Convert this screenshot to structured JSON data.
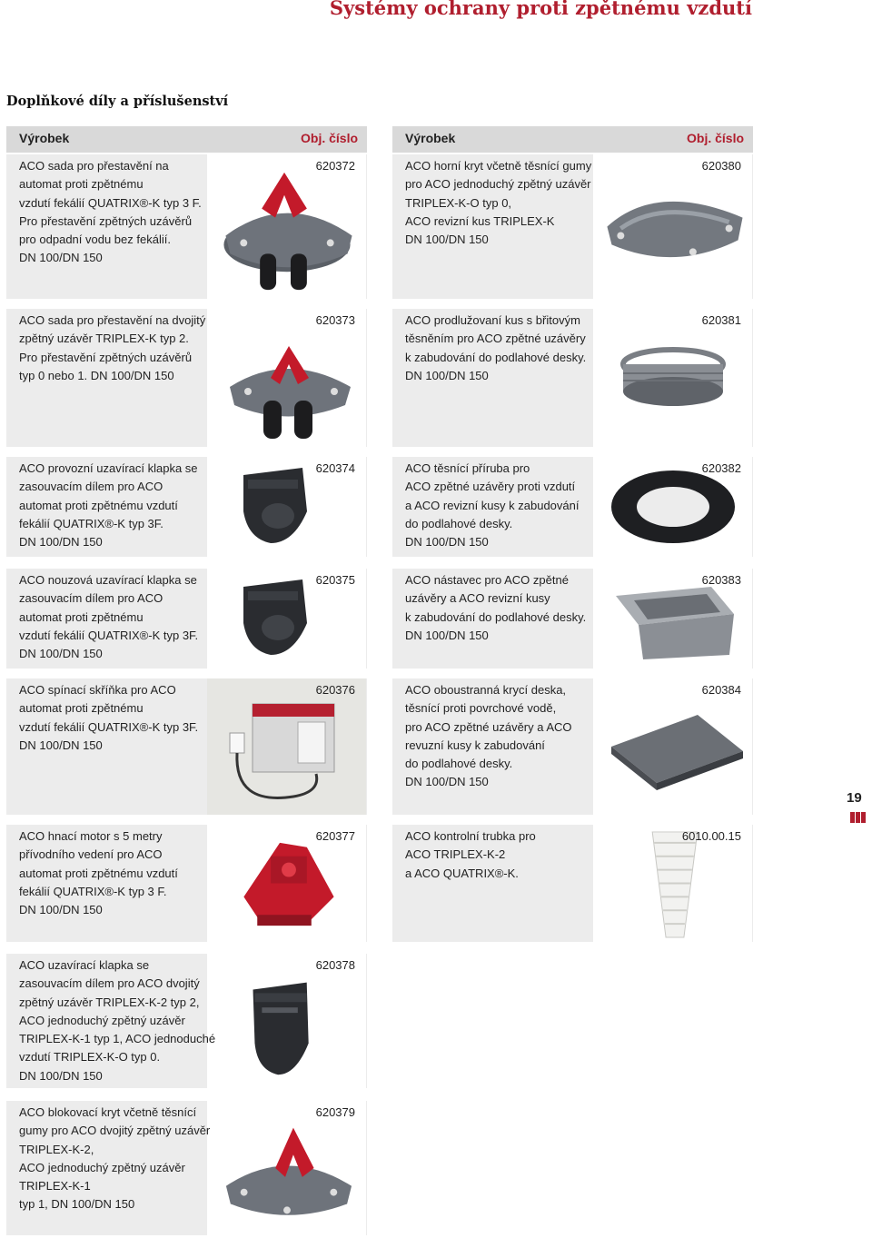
{
  "page_title": "Systémy ochrany proti zpětnému vzdutí",
  "section_title": "Doplňkové díly a příslušenství",
  "headers": {
    "product": "Výrobek",
    "order_no": "Obj. číslo"
  },
  "page_number": "19",
  "left": [
    {
      "lines": [
        "ACO sada pro přestavění na",
        "automat proti zpětnému",
        "vzdutí fekálií QUATRIX®-K typ 3 F.",
        "Pro přestavění zpětných uzávěrů",
        "pro odpadní vodu bez fekálií.",
        "DN 100/DN 150"
      ],
      "code": "620372",
      "image": "conversion-kit-quatrix-image"
    },
    {
      "lines": [
        "ACO sada pro přestavění na dvojitý",
        "zpětný uzávěr TRIPLEX-K typ 2.",
        "Pro přestavění zpětných uzávěrů",
        "typ 0 nebo 1. DN 100/DN 150"
      ],
      "code": "620373",
      "image": "conversion-kit-triplex-image"
    },
    {
      "lines": [
        "ACO provozní uzavírací klapka se",
        "zasouvacím dílem pro ACO",
        "automat proti zpětnému vzdutí",
        "fekálií QUATRIX®-K typ 3F.",
        "DN 100/DN 150"
      ],
      "code": "620374",
      "image": "operating-flap-image"
    },
    {
      "lines": [
        "ACO nouzová uzavírací klapka se",
        "zasouvacím dílem pro ACO",
        "automat proti zpětnému",
        "vzdutí fekálií QUATRIX®-K typ 3F.",
        "DN 100/DN 150"
      ],
      "code": "620375",
      "image": "emergency-flap-image"
    },
    {
      "lines": [
        "ACO spínací skříňka pro ACO",
        "automat proti zpětnému",
        "vzdutí fekálií QUATRIX®-K typ 3F.",
        "DN 100/DN 150"
      ],
      "code": "620376",
      "image": "switch-box-image"
    },
    {
      "lines": [
        "ACO hnací motor s 5 metry",
        "přívodního vedení pro ACO",
        "automat proti zpětnému vzdutí",
        "fekálií QUATRIX®-K typ 3 F.",
        "DN 100/DN 150"
      ],
      "code": "620377",
      "image": "drive-motor-image"
    },
    {
      "lines": [
        "ACO uzavírací klapka se",
        "zasouvacím dílem pro ACO dvojitý",
        "zpětný uzávěr TRIPLEX-K-2 typ 2,",
        "ACO jednoduchý zpětný uzávěr",
        "TRIPLEX-K-1 typ 1, ACO jednoduché",
        "vzdutí TRIPLEX-K-O typ 0.",
        "DN 100/DN 150"
      ],
      "code": "620378",
      "image": "closing-flap-image"
    },
    {
      "lines": [
        "ACO blokovací kryt včetně těsnící",
        "gumy pro ACO dvojitý zpětný uzávěr",
        "TRIPLEX-K-2,",
        "ACO jednoduchý zpětný uzávěr",
        "TRIPLEX-K-1",
        "typ 1, DN 100/DN 150"
      ],
      "code": "620379",
      "image": "blocking-cover-image"
    }
  ],
  "right": [
    {
      "lines": [
        "ACO horní kryt včetně těsnící gumy",
        "pro ACO jednoduchý zpětný uzávěr",
        "TRIPLEX-K-O typ 0,",
        "ACO revizní kus TRIPLEX-K",
        "DN 100/DN 150"
      ],
      "code": "620380",
      "image": "top-cover-image"
    },
    {
      "lines": [
        "ACO prodlužovaní kus s břitovým",
        "těsněním pro ACO zpětné uzávěry",
        "k zabudování do podlahové desky.",
        "DN 100/DN 150"
      ],
      "code": "620381",
      "image": "extension-piece-image"
    },
    {
      "lines": [
        "ACO těsnící příruba pro",
        "ACO zpětné uzávěry proti vzdutí",
        "a ACO revizní kusy k zabudování",
        "do podlahové desky.",
        "DN 100/DN 150"
      ],
      "code": "620382",
      "image": "sealing-flange-image"
    },
    {
      "lines": [
        "ACO nástavec pro ACO zpětné",
        "uzávěry a ACO revizní kusy",
        "k zabudování do podlahové desky.",
        "DN 100/DN 150"
      ],
      "code": "620383",
      "image": "attachment-piece-image"
    },
    {
      "lines": [
        "ACO oboustranná krycí deska,",
        "těsnící proti povrchové vodě,",
        "pro ACO zpětné uzávěry a ACO",
        "revuzní kusy k zabudování",
        "do podlahové desky.",
        "DN 100/DN 150"
      ],
      "code": "620384",
      "image": "cover-plate-image"
    },
    {
      "lines": [
        "ACO kontrolní trubka pro",
        "ACO TRIPLEX-K-2",
        "a ACO QUATRIX®-K."
      ],
      "code": "6010.00.15",
      "image": "control-tube-image"
    }
  ]
}
